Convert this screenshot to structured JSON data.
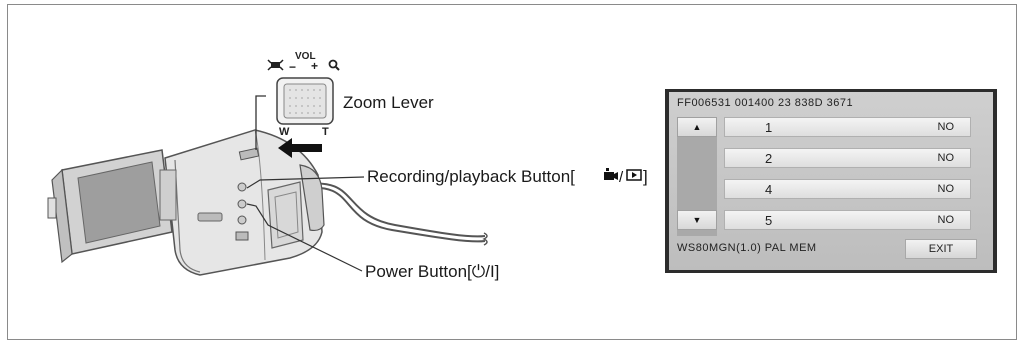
{
  "camera_labels": {
    "vol": "VOL",
    "minus": "−",
    "plus": "+",
    "w": "W",
    "t": "T",
    "zoom_lever": "Zoom Lever",
    "rec_play_button": "Recording/playback Button[",
    "rec_play_suffix": "]",
    "power_button": "Power Button[⏻/I]"
  },
  "icons": {
    "wide": "wide-angle-icon",
    "tele": "telephoto-magnifier-icon",
    "rec": "movie-camera-icon",
    "play": "playback-icon"
  },
  "menu_screen": {
    "header": "FF006531 001400 23 838D 3671",
    "up_arrow": "▲",
    "down_arrow": "▼",
    "rows": [
      {
        "num": "1",
        "value": "NO"
      },
      {
        "num": "2",
        "value": "NO"
      },
      {
        "num": "4",
        "value": "NO"
      },
      {
        "num": "5",
        "value": "NO"
      }
    ],
    "footer": "WS80MGN(1.0) PAL MEM",
    "exit_label": "EXIT"
  },
  "colors": {
    "screen_bezel": "#2c2c2c",
    "screen_bg": "#c8c8c8",
    "arrow": "#111111"
  }
}
